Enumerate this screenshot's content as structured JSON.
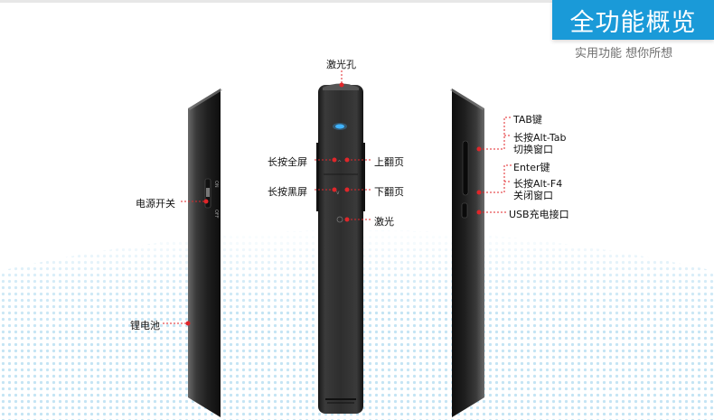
{
  "header": {
    "title": "全功能概览",
    "subtitle": "实用功能 想你所想"
  },
  "labels": {
    "laser_hole": "激光孔",
    "long_press_fullscreen": "长按全屏",
    "page_up": "上翻页",
    "long_press_blackscreen": "长按黑屏",
    "page_down": "下翻页",
    "laser": "激光",
    "power_switch": "电源开关",
    "lithium_battery": "锂电池",
    "tab_key": "TAB键",
    "long_press_alt_tab": "长按Alt-Tab",
    "switch_window": "切换窗口",
    "enter_key": "Enter键",
    "long_press_alt_f4": "长按Alt-F4",
    "close_window": "关闭窗口",
    "usb_charge_port": "USB充电接口"
  },
  "device_text": {
    "switch_on": "ON",
    "switch_off": "OFF"
  },
  "colors": {
    "accent_blue": "#1a9ad8",
    "callout_red": "#e0262a",
    "device_body": "#2a2a2a",
    "led_blue": "#3fb3ff"
  }
}
